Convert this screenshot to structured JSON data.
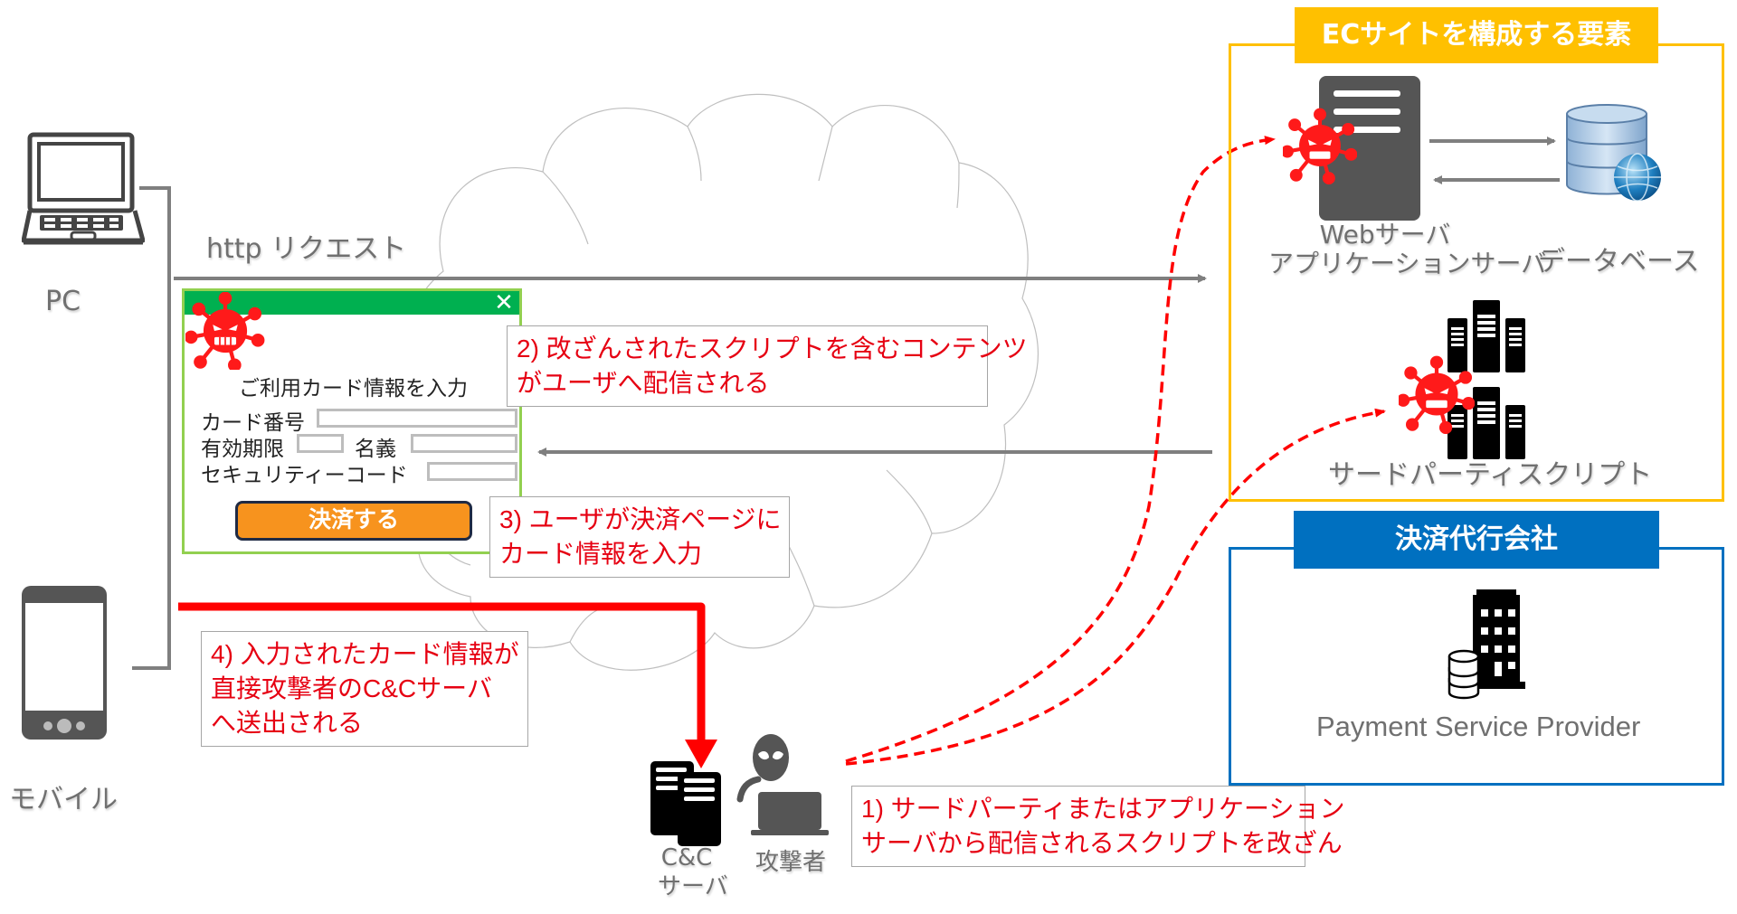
{
  "devices": {
    "pc_label": "PC",
    "mobile_label": "モバイル"
  },
  "flows": {
    "http_request_label": "http リクエスト"
  },
  "fake_form": {
    "close_glyph": "✕",
    "heading": "ご利用カード情報を入力",
    "card_number_label": "カード番号",
    "card_number_value": "",
    "expiry_label": "有効期限",
    "expiry_value": "",
    "name_label": "名義",
    "name_value": "",
    "security_code_label": "セキュリティーコード",
    "security_code_value": "",
    "submit_label": "決済する"
  },
  "callouts": {
    "step1": [
      "1) サードパーティまたはアプリケーション",
      "サーバから配信されるスクリプトを改ざん"
    ],
    "step2": [
      "2) 改ざんされたスクリプトを含むコンテンツ",
      "がユーザへ配信される"
    ],
    "step3": [
      "3) ユーザが決済ページに",
      "カード情報を入力"
    ],
    "step4": [
      "4) 入力されたカード情報が",
      "直接攻撃者のC&Cサーバ",
      "へ送出される"
    ]
  },
  "ec_site": {
    "title": "ECサイトを構成する要素",
    "web_server_label": [
      "Webサーバ",
      "アプリケーションサーバ"
    ],
    "database_label": "データベース",
    "third_party_label": "サードパーティスクリプト"
  },
  "psp": {
    "title": "決済代行会社",
    "label": "Payment Service Provider"
  },
  "attacker": {
    "cc_server_label": [
      "C&C",
      "サーバ"
    ],
    "attacker_label": "攻撃者"
  },
  "colors": {
    "ec_accent": "#ffc000",
    "psp_accent": "#0070c0",
    "malicious": "#ff0000",
    "callout_text": "#e60012",
    "form_titlebar": "#00b050",
    "form_border": "#92d050",
    "submit_button": "#f7931e",
    "connector": "#7f7f7f"
  }
}
